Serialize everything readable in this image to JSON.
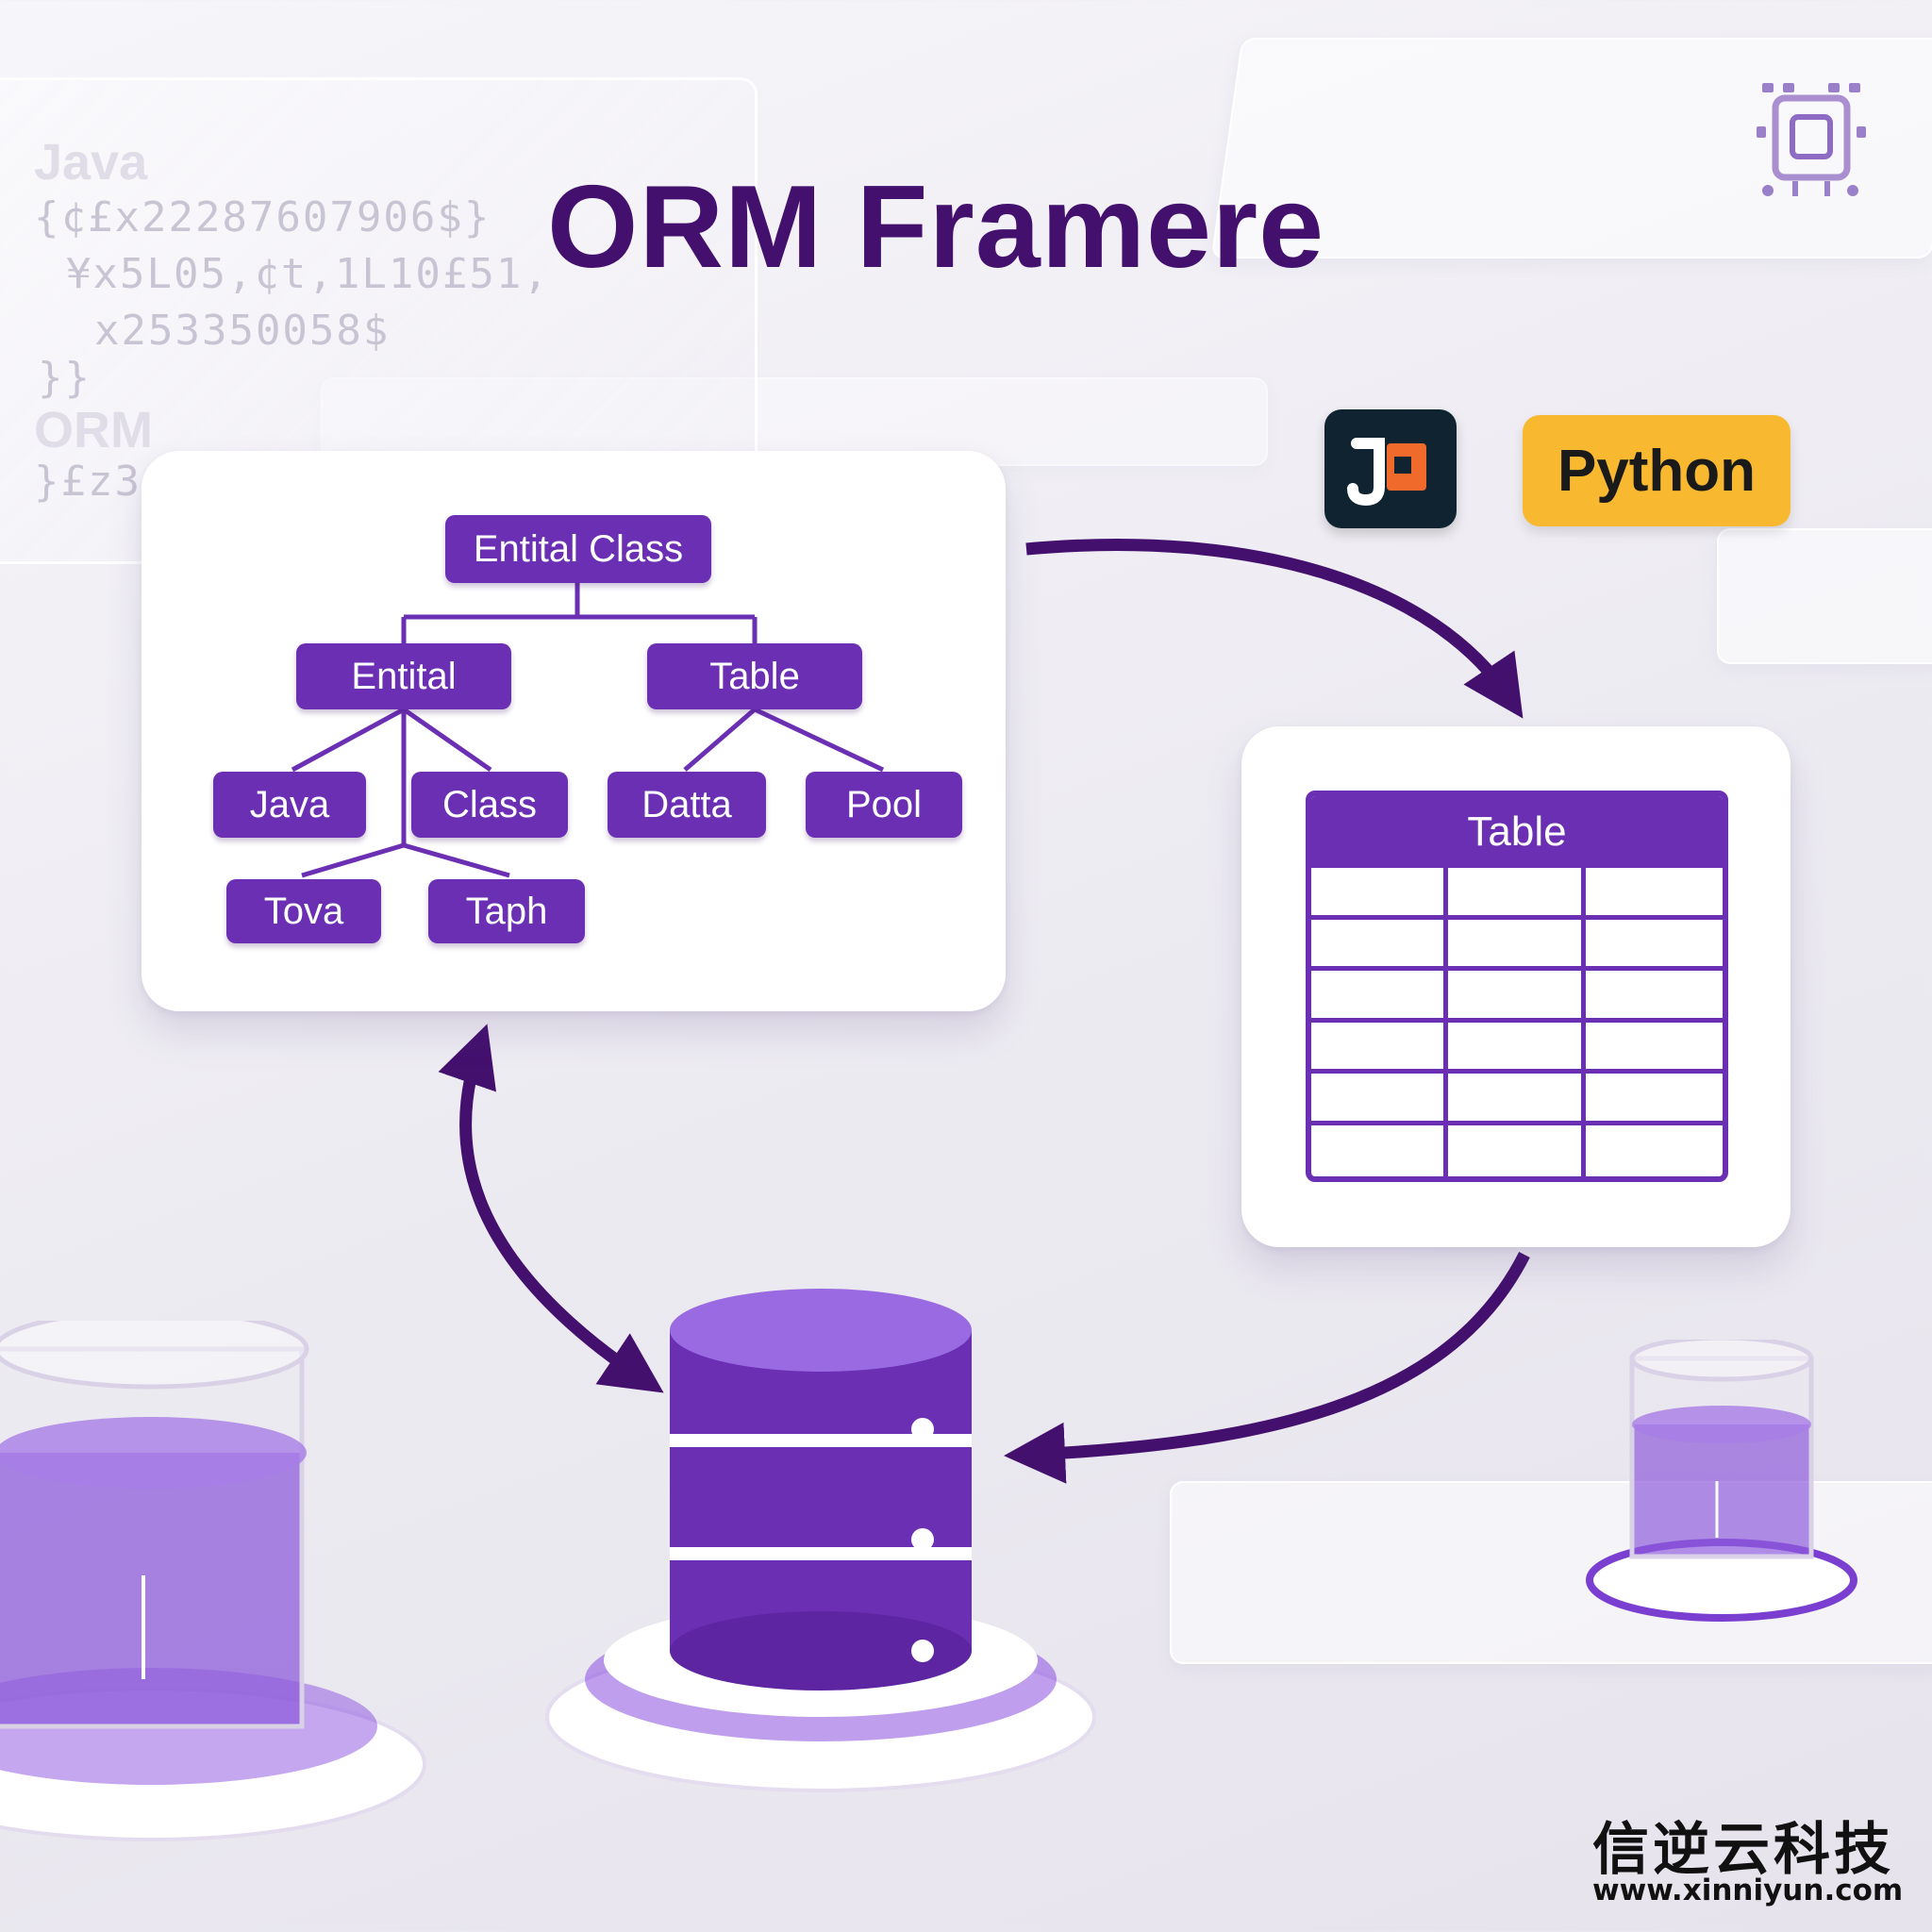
{
  "title": "ORM Framere",
  "code_panel": {
    "heading_top": "Java",
    "lines": [
      "{¢£x22287607906$}",
      "¥x5L05,¢t,1L10£51,",
      "x253350058$",
      "}}"
    ],
    "heading_bottom": "ORM",
    "last_line": "}£z3"
  },
  "entity_diagram": {
    "root": "Entital Class",
    "level1": [
      "Entital",
      "Table"
    ],
    "level2": [
      "Java",
      "Class",
      "Datta",
      "Pool"
    ],
    "level3": [
      "Tova",
      "Taph"
    ]
  },
  "table_card": {
    "header": "Table",
    "columns": 3,
    "rows": 6
  },
  "logos": {
    "j_logo": "j-logo-icon",
    "python": "Python"
  },
  "brand": {
    "name": "信逆云科技",
    "url": "www.xinniyun.com"
  },
  "colors": {
    "primary": "#6b2fb3",
    "title": "#43106e",
    "database": "#7b3fd0",
    "python_badge": "#f8b931",
    "j_logo_bg": "#0f2430",
    "j_logo_accent": "#f06a2b"
  }
}
